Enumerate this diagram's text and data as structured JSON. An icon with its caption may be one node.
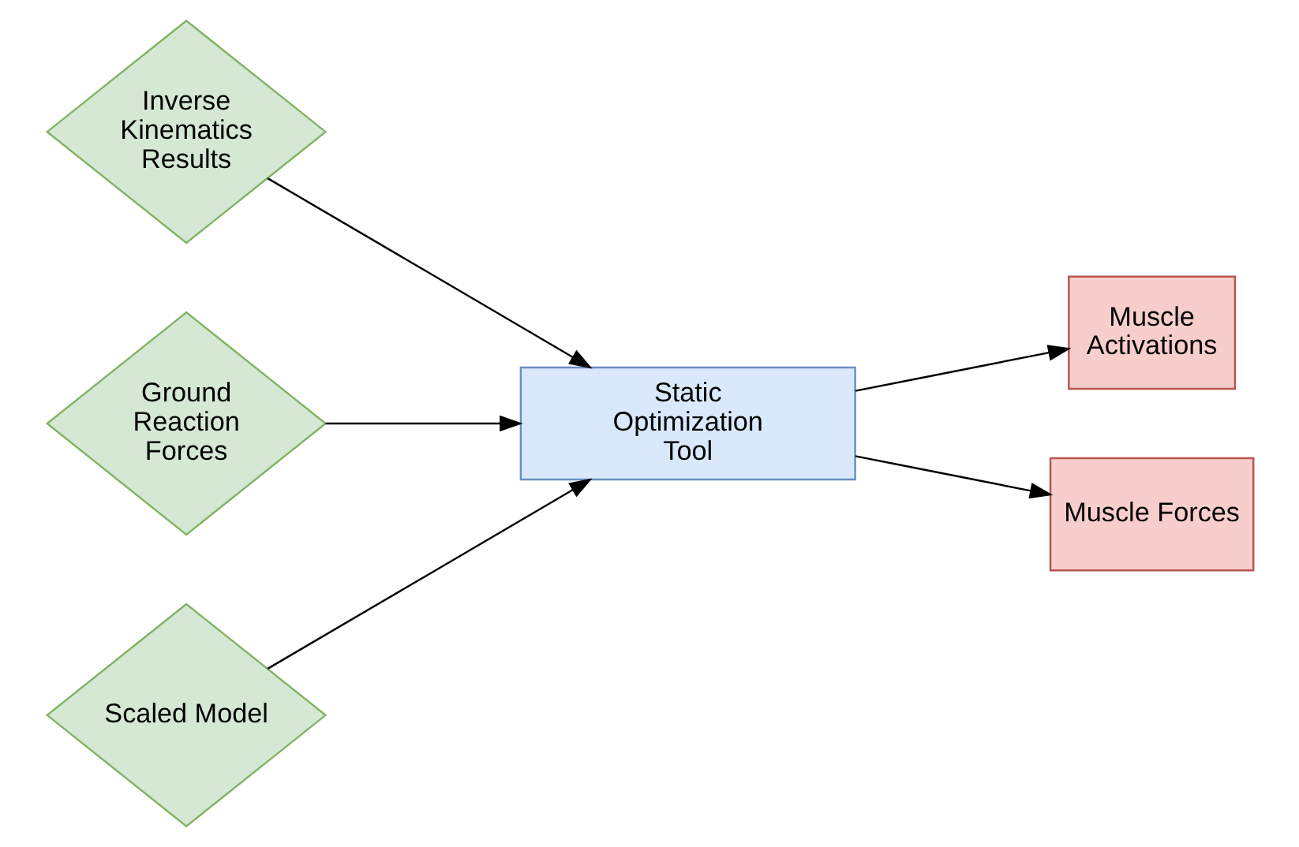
{
  "diagram": {
    "nodes": [
      {
        "text": [
          "Inverse Kinematics Results"
        ]
      },
      {
        "text": [
          "Ground Reaction Forces"
        ]
      },
      {
        "text": [
          "Scaled Model"
        ]
      },
      {
        "text": [
          "Static Optimization Tool"
        ]
      },
      {
        "text": [
          "Muscle Activations"
        ]
      },
      {
        "text": [
          "Muscle Forces"
        ]
      }
    ],
    "edges": [
      {
        "from": 0,
        "to": 3,
        "arrow": "to"
      },
      {
        "from": 1,
        "to": 3,
        "arrow": "to"
      },
      {
        "from": 2,
        "to": 3,
        "arrow": "to"
      },
      {
        "from": 3,
        "to": 4,
        "arrow": "to"
      },
      {
        "from": 3,
        "to": 5,
        "arrow": "to"
      }
    ]
  }
}
